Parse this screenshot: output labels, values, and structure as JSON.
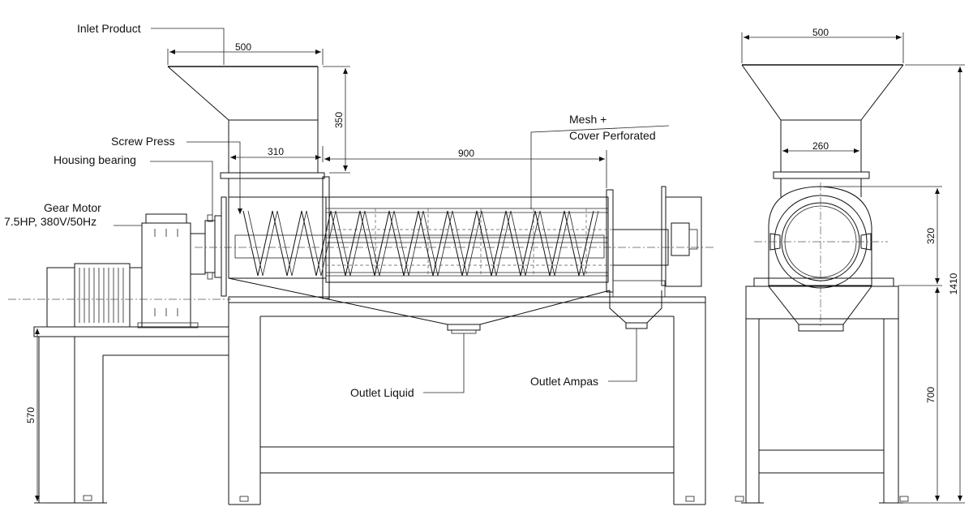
{
  "callouts": {
    "inlet_product": "Inlet Product",
    "screw_press": "Screw Press",
    "housing_bearing": "Housing bearing",
    "gear_motor_line1": "Gear Motor",
    "gear_motor_line2": "7.5HP, 380V/50Hz",
    "mesh_line1": "Mesh +",
    "mesh_line2": "Cover Perforated",
    "outlet_liquid": "Outlet Liquid",
    "outlet_ampas": "Outlet Ampas"
  },
  "dimensions": {
    "hopper_width_side": "500",
    "hopper_height": "350",
    "inlet_length": "310",
    "screen_length": "900",
    "leg_height_motor": "570",
    "hopper_width_end": "500",
    "throat_width_end": "260",
    "housing_height_end": "320",
    "frame_height_end": "700",
    "overall_height": "1410"
  }
}
